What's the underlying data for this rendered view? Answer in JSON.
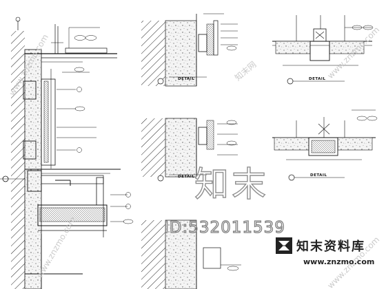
{
  "sheet": {
    "detail_titles": [
      "DETAIL",
      "DETAIL",
      "DETAIL",
      "DETAIL"
    ],
    "callout_tags": [
      "",
      "",
      "",
      "",
      "",
      "",
      "",
      "",
      "",
      "",
      "",
      "",
      ""
    ],
    "section_markers": [
      "",
      "",
      "",
      "",
      "",
      ""
    ]
  },
  "watermark": {
    "big_text": "知末",
    "id_text": "ID:532011539",
    "brand_text": "知末资料库",
    "url_text": "www.znzmo.com",
    "diagonal_url": "www.znzmo.com",
    "diagonal_brand": "知末网"
  },
  "colors": {
    "line": "#111111",
    "concrete_fill": "#f4f4f4",
    "watermark_gray": "#8f8f8f",
    "brand_dark": "#222222"
  }
}
